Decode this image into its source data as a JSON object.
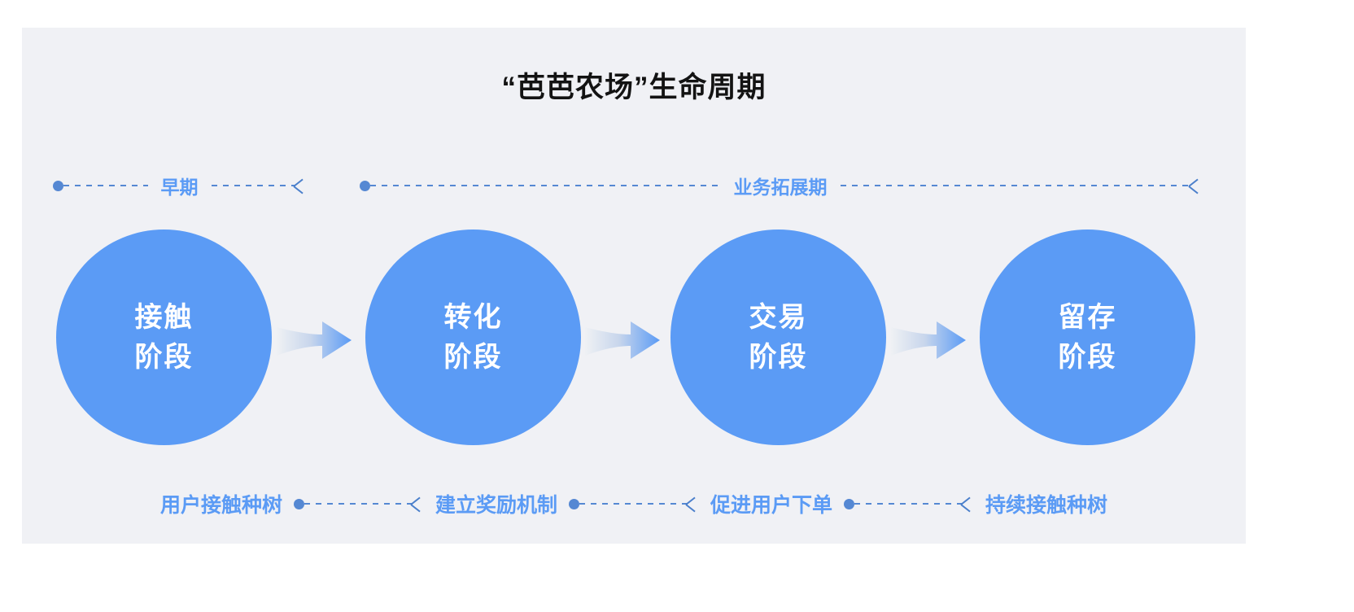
{
  "page": {
    "background_color": "#FFFFFF",
    "panel_color": "#F0F1F5"
  },
  "header": {
    "title": "“芭芭农场”生命周期"
  },
  "theme": {
    "circle_blue": "#5B9BF5",
    "label_blue": "#5B9BF5",
    "line_blue": "#5588D3",
    "arrow_gradient_from": "#EFF1F4",
    "arrow_gradient_to": "#5B9BF5",
    "title_color": "#131313"
  },
  "phases": [
    {
      "label": "早期"
    },
    {
      "label": "业务拓展期"
    }
  ],
  "stages": [
    {
      "line1": "接触",
      "line2": "阶段"
    },
    {
      "line1": "转化",
      "line2": "阶段"
    },
    {
      "line1": "交易",
      "line2": "阶段"
    },
    {
      "line1": "留存",
      "line2": "阶段"
    }
  ],
  "flow": {
    "steps": [
      {
        "label": "用户接触种树"
      },
      {
        "label": "建立奖励机制"
      },
      {
        "label": "促进用户下单"
      },
      {
        "label": "持续接触种树"
      }
    ]
  }
}
